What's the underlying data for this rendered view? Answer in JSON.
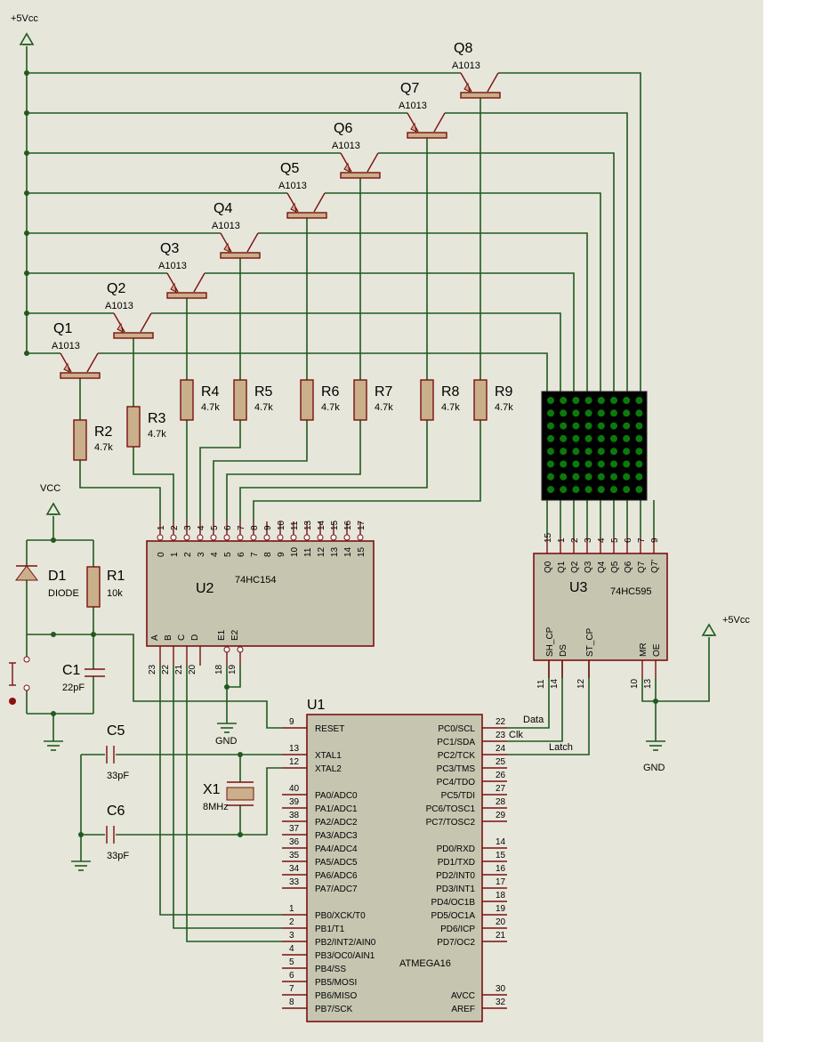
{
  "power": {
    "vcc5_top": "+5Vcc",
    "vcc": "VCC",
    "vcc5_right": "+5Vcc",
    "gnd1": "GND",
    "gnd2": "GND"
  },
  "transistors": [
    {
      "ref": "Q1",
      "val": "A1013"
    },
    {
      "ref": "Q2",
      "val": "A1013"
    },
    {
      "ref": "Q3",
      "val": "A1013"
    },
    {
      "ref": "Q4",
      "val": "A1013"
    },
    {
      "ref": "Q5",
      "val": "A1013"
    },
    {
      "ref": "Q6",
      "val": "A1013"
    },
    {
      "ref": "Q7",
      "val": "A1013"
    },
    {
      "ref": "Q8",
      "val": "A1013"
    }
  ],
  "resistors": [
    {
      "ref": "R2",
      "val": "4.7k"
    },
    {
      "ref": "R3",
      "val": "4.7k"
    },
    {
      "ref": "R4",
      "val": "4.7k"
    },
    {
      "ref": "R5",
      "val": "4.7k"
    },
    {
      "ref": "R6",
      "val": "4.7k"
    },
    {
      "ref": "R7",
      "val": "4.7k"
    },
    {
      "ref": "R8",
      "val": "4.7k"
    },
    {
      "ref": "R9",
      "val": "4.7k"
    }
  ],
  "r1": {
    "ref": "R1",
    "val": "10k"
  },
  "d1": {
    "ref": "D1",
    "val": "DIODE"
  },
  "c1": {
    "ref": "C1",
    "val": "22pF"
  },
  "c5": {
    "ref": "C5",
    "val": "33pF"
  },
  "c6": {
    "ref": "C6",
    "val": "33pF"
  },
  "x1": {
    "ref": "X1",
    "val": "8MHz"
  },
  "u2": {
    "ref": "U2",
    "part": "74HC154",
    "top_pins": [
      "1",
      "2",
      "3",
      "4",
      "5",
      "6",
      "7",
      "8",
      "9",
      "10",
      "11",
      "13",
      "14",
      "15",
      "16",
      "17"
    ],
    "top_labels": [
      "0",
      "1",
      "2",
      "3",
      "4",
      "5",
      "6",
      "7",
      "8",
      "9",
      "10",
      "11",
      "12",
      "13",
      "14",
      "15"
    ],
    "bottom_labels": [
      "A",
      "B",
      "C",
      "D",
      "E1",
      "E2"
    ],
    "bottom_pins": [
      "23",
      "22",
      "21",
      "20",
      "18",
      "19"
    ]
  },
  "u3": {
    "ref": "U3",
    "part": "74HC595",
    "top_pins": [
      "15",
      "1",
      "2",
      "3",
      "4",
      "5",
      "6",
      "7",
      "9"
    ],
    "top_labels": [
      "Q0",
      "Q1",
      "Q2",
      "Q3",
      "Q4",
      "Q5",
      "Q6",
      "Q7",
      "Q7'"
    ],
    "bottom_labels": [
      "SH_CP",
      "DS",
      "ST_CP",
      "MR",
      "OE"
    ],
    "bottom_pins": [
      "11",
      "14",
      "12",
      "10",
      "13"
    ]
  },
  "u1": {
    "ref": "U1",
    "part": "ATMEGA16",
    "left": [
      {
        "pin": "9",
        "name": "RESET"
      },
      {
        "pin": "13",
        "name": "XTAL1"
      },
      {
        "pin": "12",
        "name": "XTAL2"
      },
      {
        "pin": "40",
        "name": "PA0/ADC0"
      },
      {
        "pin": "39",
        "name": "PA1/ADC1"
      },
      {
        "pin": "38",
        "name": "PA2/ADC2"
      },
      {
        "pin": "37",
        "name": "PA3/ADC3"
      },
      {
        "pin": "36",
        "name": "PA4/ADC4"
      },
      {
        "pin": "35",
        "name": "PA5/ADC5"
      },
      {
        "pin": "34",
        "name": "PA6/ADC6"
      },
      {
        "pin": "33",
        "name": "PA7/ADC7"
      },
      {
        "pin": "1",
        "name": "PB0/XCK/T0"
      },
      {
        "pin": "2",
        "name": "PB1/T1"
      },
      {
        "pin": "3",
        "name": "PB2/INT2/AIN0"
      },
      {
        "pin": "4",
        "name": "PB3/OC0/AIN1"
      },
      {
        "pin": "5",
        "name": "PB4/SS"
      },
      {
        "pin": "6",
        "name": "PB5/MOSI"
      },
      {
        "pin": "7",
        "name": "PB6/MISO"
      },
      {
        "pin": "8",
        "name": "PB7/SCK"
      }
    ],
    "right": [
      {
        "pin": "22",
        "name": "PC0/SCL"
      },
      {
        "pin": "23",
        "name": "PC1/SDA"
      },
      {
        "pin": "24",
        "name": "PC2/TCK"
      },
      {
        "pin": "25",
        "name": "PC3/TMS"
      },
      {
        "pin": "26",
        "name": "PC4/TDO"
      },
      {
        "pin": "27",
        "name": "PC5/TDI"
      },
      {
        "pin": "28",
        "name": "PC6/TOSC1"
      },
      {
        "pin": "29",
        "name": "PC7/TOSC2"
      },
      {
        "pin": "14",
        "name": "PD0/RXD"
      },
      {
        "pin": "15",
        "name": "PD1/TXD"
      },
      {
        "pin": "16",
        "name": "PD2/INT0"
      },
      {
        "pin": "17",
        "name": "PD3/INT1"
      },
      {
        "pin": "18",
        "name": "PD4/OC1B"
      },
      {
        "pin": "19",
        "name": "PD5/OC1A"
      },
      {
        "pin": "20",
        "name": "PD6/ICP"
      },
      {
        "pin": "21",
        "name": "PD7/OC2"
      },
      {
        "pin": "30",
        "name": "AVCC"
      },
      {
        "pin": "32",
        "name": "AREF"
      }
    ]
  },
  "nets": {
    "data": "Data",
    "clk": "Clk",
    "latch": "Latch"
  },
  "colors": {
    "wire": "#1f5a1f",
    "body": "#7a1010",
    "fill": "#c9b08a",
    "matrix": "#000000",
    "led": "#0b7a0b"
  }
}
